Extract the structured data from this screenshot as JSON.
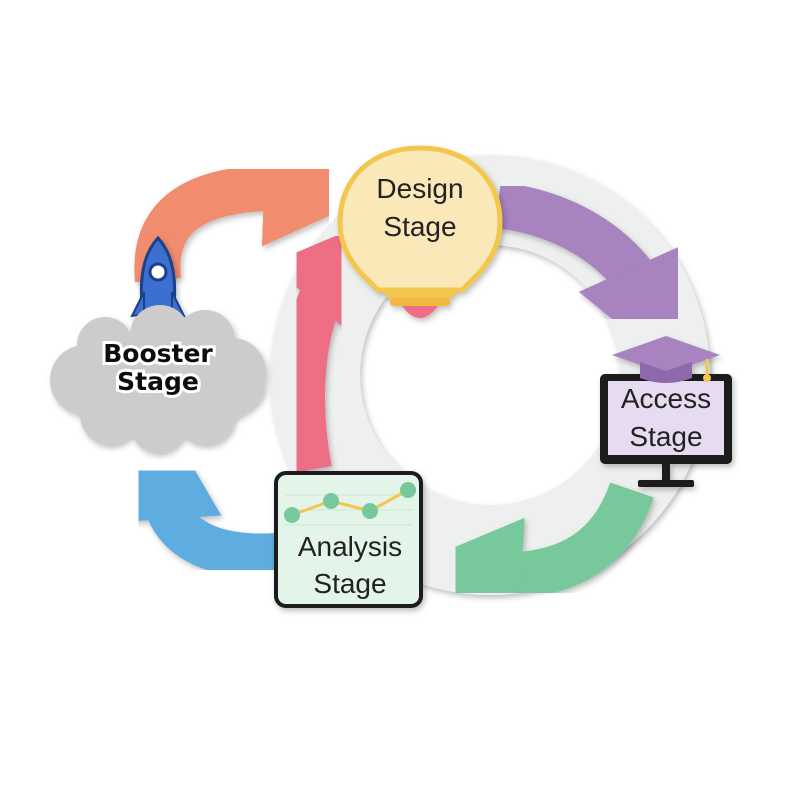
{
  "stages": {
    "design": {
      "line1": "Design",
      "line2": "Stage"
    },
    "access": {
      "line1": "Access",
      "line2": "Stage"
    },
    "analysis": {
      "line1": "Analysis",
      "line2": "Stage"
    },
    "booster": {
      "line1": "Booster",
      "line2": "Stage"
    }
  },
  "colors": {
    "ring": "#eef0ef",
    "arrow_orange": "#f28c6e",
    "arrow_purple": "#a783c0",
    "arrow_green": "#77c89a",
    "arrow_blue": "#5fade0",
    "arrow_pink": "#ee6e85",
    "bulb_fill": "#fbe8b8",
    "bulb_outline": "#f3c64d",
    "monitor_screen": "#e6dbf0",
    "analysis_box": "#e3f4e8",
    "cloud": "#cccccc",
    "rocket": "#3b6fd1"
  },
  "icons": [
    "lightbulb-icon",
    "graduation-cap-icon",
    "monitor-icon",
    "line-chart-icon",
    "rocket-icon",
    "cloud-icon"
  ]
}
